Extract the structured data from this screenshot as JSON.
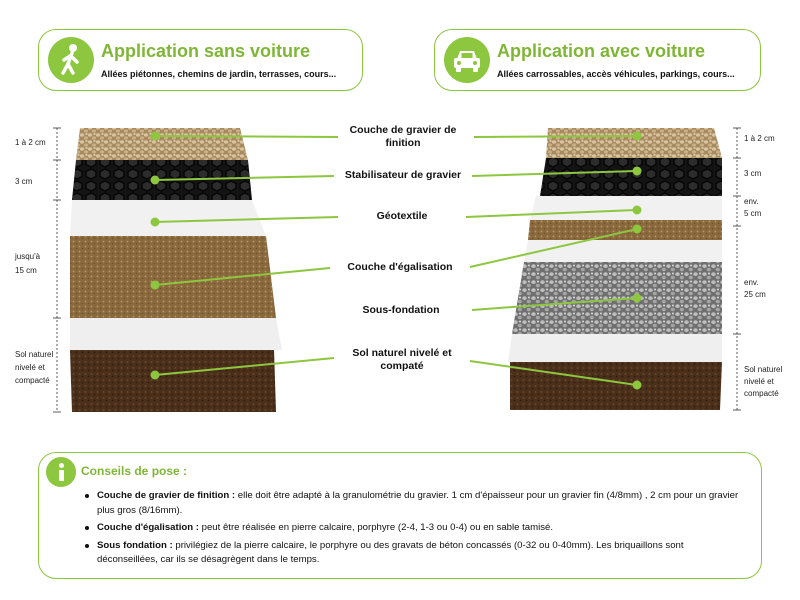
{
  "header": {
    "left": {
      "title": "Application sans voiture",
      "subtitle": "Allées piétonnes, chemins de jardin, terrasses, cours...",
      "icon": "pedestrian-icon"
    },
    "right": {
      "title": "Application avec voiture",
      "subtitle": "Allées carrossables, accès véhicules, parkings, cours...",
      "icon": "car-icon"
    }
  },
  "layers": [
    {
      "label": "Couche de gravier de finition"
    },
    {
      "label": "Stabilisateur de gravier"
    },
    {
      "label": "Géotextile"
    },
    {
      "label": "Couche d'égalisation"
    },
    {
      "label": "Sous-fondation"
    },
    {
      "label": "Sol naturel nivelé et compaté"
    }
  ],
  "dimensions_left": {
    "gravel": "1 à 2 cm",
    "stabilizer": "3 cm",
    "leveling_l1": "jusqu'à",
    "leveling_l2": "15 cm",
    "soil_l1": "Sol naturel",
    "soil_l2": "nivelé et",
    "soil_l3": "compacté"
  },
  "dimensions_right": {
    "gravel": "1 à 2 cm",
    "stabilizer": "3 cm",
    "leveling_l1": "env.",
    "leveling_l2": "5 cm",
    "subbase_l1": "env.",
    "subbase_l2": "25 cm",
    "soil_l1": "Sol naturel",
    "soil_l2": "nivelé et",
    "soil_l3": "compacté"
  },
  "tips": {
    "title": "Conseils de pose :",
    "items": [
      {
        "term": "Couche de gravier de finition :",
        "text": " elle doit être adapté à la granulométrie du gravier. 1 cm d'épaisseur pour un gravier fin (4/8mm) , 2 cm pour un gravier plus gros (8/16mm)."
      },
      {
        "term": "Couche d'égalisation :",
        "text": " peut être réalisée en pierre calcaire, porphyre (2-4, 1-3 ou 0-4) ou en sable tamisé."
      },
      {
        "term": "Sous fondation :",
        "text": " privilégiez de la pierre calcaire, le porphyre ou des gravats de béton concassés (0-32 ou 0-40mm). Les briquaillons sont déconseillées, car ils se désagrègent dans le temps."
      }
    ]
  },
  "colors": {
    "accent": "#8dc63f",
    "gravel": "#b99a6f",
    "stabilizer": "#1a1a1a",
    "geotextile": "#f1f1f1",
    "leveling": "#8a6a3d",
    "subbase": "#8d8d8d",
    "soil": "#4a2f1a"
  }
}
